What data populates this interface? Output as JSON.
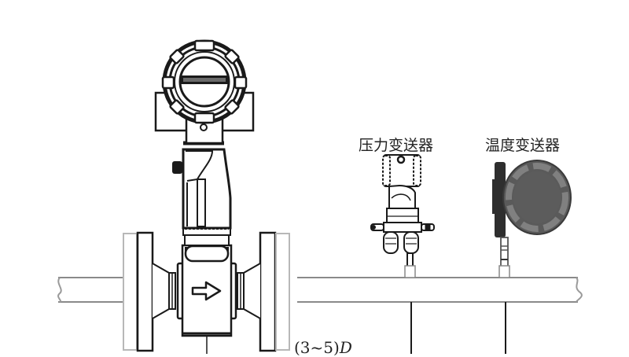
{
  "diagram": {
    "type": "installation-schematic",
    "subject": "vortex flowmeter with downstream pressure and temperature transmitters",
    "components": [
      {
        "id": "flowmeter",
        "label": "",
        "flow_direction": "right"
      },
      {
        "id": "pressure_transmitter",
        "label": "压力变送器"
      },
      {
        "id": "temperature_transmitter",
        "label": "温度变送器"
      }
    ],
    "dimension": {
      "label_prefix": "(3~5)",
      "label_unit": "D",
      "description": "distance from flowmeter to transmitters"
    },
    "colors": {
      "line": "#1a1a1a",
      "pipe_line": "#8a8a8a",
      "temp_body": "#5a5a5a",
      "temp_ring": "#7a7a7a",
      "background": "#ffffff"
    }
  }
}
